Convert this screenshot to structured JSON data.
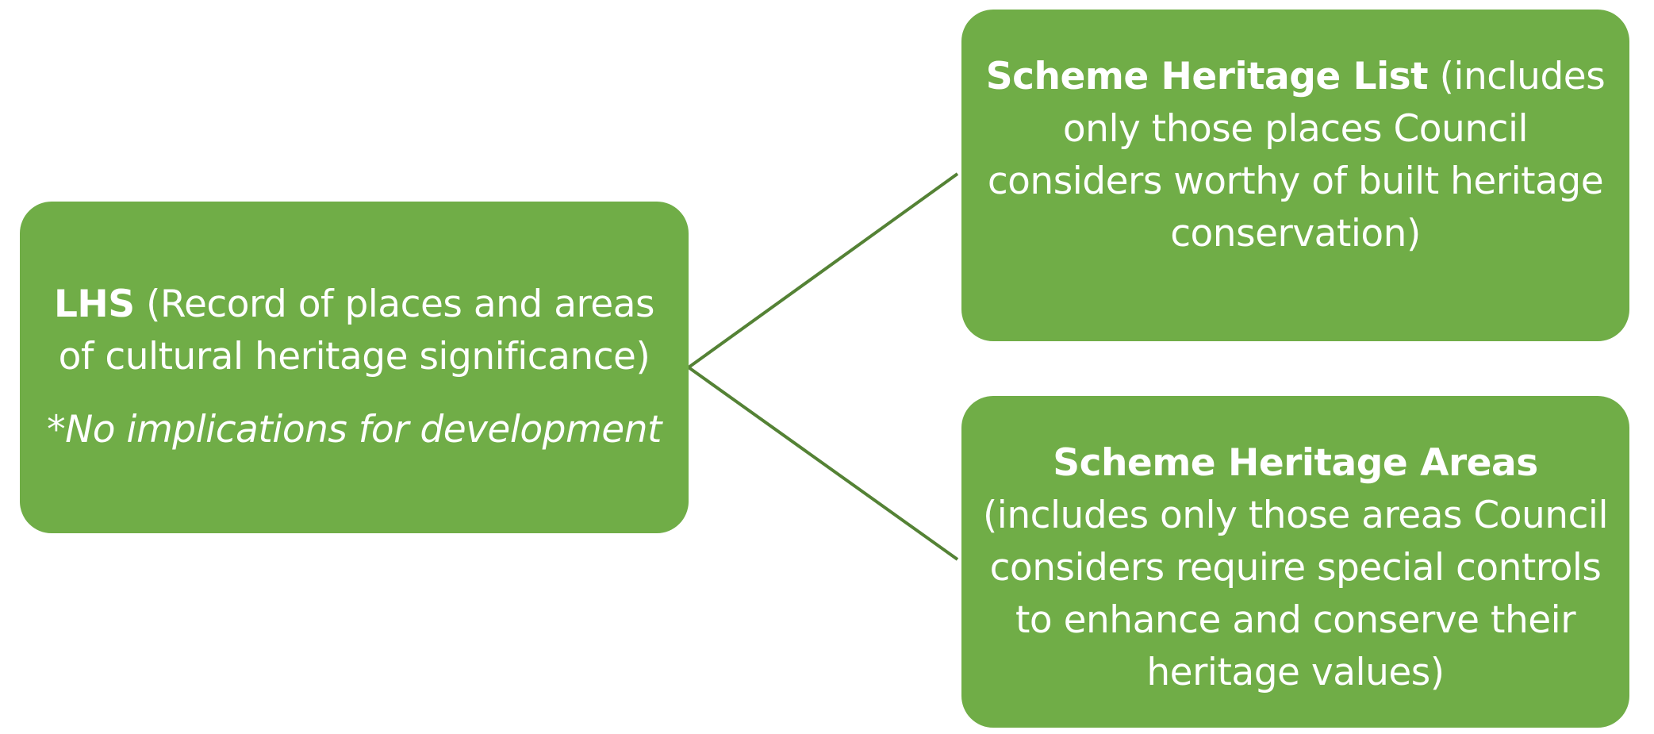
{
  "diagram": {
    "colors": {
      "box_fill": "#70ad47",
      "connector": "#548235",
      "text": "#ffffff"
    },
    "root": {
      "title": "LHS",
      "description": "(Record of places and areas of cultural heritage significance)",
      "note": "*No implications for development"
    },
    "children": [
      {
        "title": "Scheme Heritage List",
        "description": "(includes only those places Council considers worthy of built heritage conservation)"
      },
      {
        "title": "Scheme Heritage Areas",
        "description": "(includes only those areas Council considers require special controls to enhance and conserve their heritage values)"
      }
    ]
  }
}
